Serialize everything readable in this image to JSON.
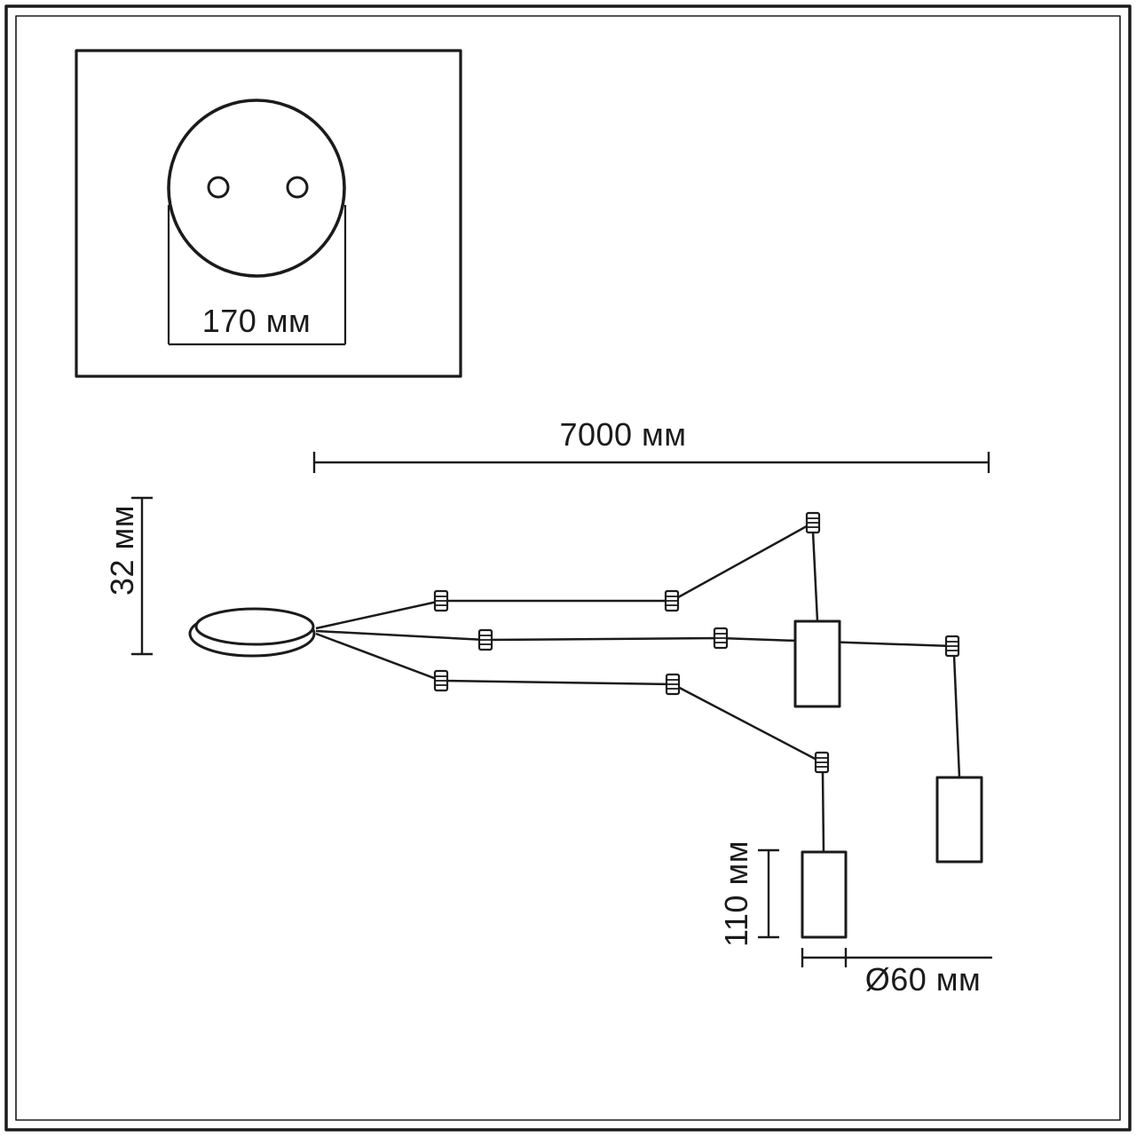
{
  "drawing": {
    "kind": "pendant-light-installation-dimensions",
    "line_color": "#1b1b1b",
    "background": "#ffffff"
  },
  "inset_detail": {
    "hole_spacing": "170 мм"
  },
  "dimensions": {
    "span": "7000 мм",
    "canopy_height": "32 мм",
    "pendant_height": "110 мм",
    "pendant_diameter": "Ø60 мм"
  }
}
